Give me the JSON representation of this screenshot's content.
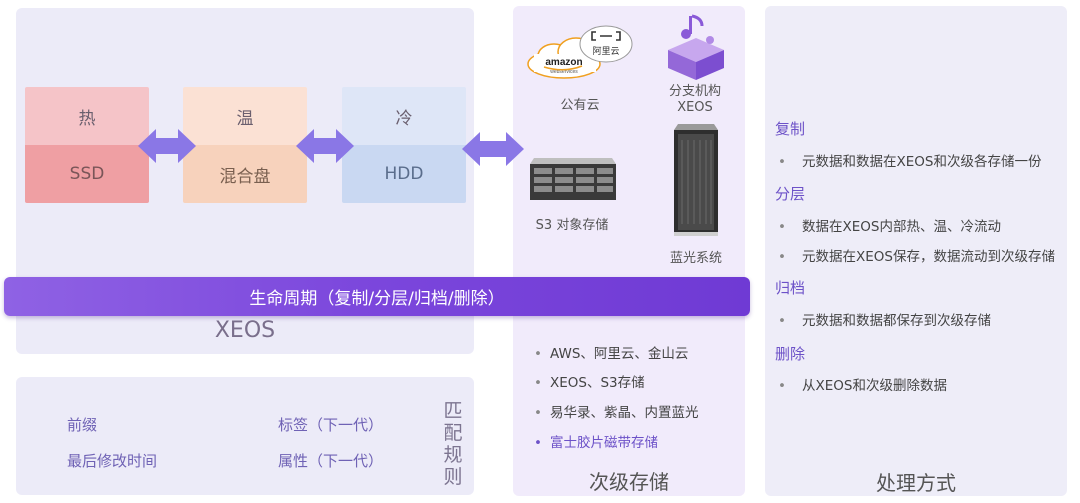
{
  "tiers": [
    {
      "temp": "热",
      "media": "SSD"
    },
    {
      "temp": "温",
      "media": "混合盘"
    },
    {
      "temp": "冷",
      "media": "HDD"
    }
  ],
  "lifecycle": "生命周期（复制/分层/归档/删除）",
  "xeos_label": "XEOS",
  "match": {
    "title": "匹配规则",
    "items": [
      "前缀",
      "标签（下一代）",
      "最后修改时间",
      "属性（下一代）"
    ]
  },
  "secondary": {
    "title": "次级存储",
    "logo_aliyun": "阿里云",
    "logo_amazon": "amazon",
    "logo_amazon_sub": "webservices",
    "public_cloud": "公有云",
    "branch_line1": "分支机构",
    "branch_line2": "XEOS",
    "s3": "S3 对象存储",
    "bluray": "蓝光系统",
    "list": [
      "AWS、阿里云、金山云",
      "XEOS、S3存储",
      "易华录、紫晶、内置蓝光",
      "富士胶片磁带存储"
    ]
  },
  "processing": {
    "title": "处理方式",
    "sections": [
      {
        "heading": "复制",
        "items": [
          "元数据和数据在XEOS和次级各存储一份"
        ]
      },
      {
        "heading": "分层",
        "items": [
          "数据在XEOS内部热、温、冷流动",
          "元数据在XEOS保存，数据流动到次级存储"
        ]
      },
      {
        "heading": "归档",
        "items": [
          "元数据和数据都保存到次级存储"
        ]
      },
      {
        "heading": "删除",
        "items": [
          "从XEOS和次级删除数据"
        ]
      }
    ]
  },
  "colors": {
    "accent": "#7b46dc",
    "heading": "#6d52c8",
    "hot": "#ef9fa3",
    "warm": "#f7d2bc",
    "cold": "#c9d8f2"
  },
  "icons": [
    "cloud-logos-icon",
    "box-music-icon",
    "storage-server-icon",
    "tower-rack-icon",
    "double-arrow-icon"
  ]
}
